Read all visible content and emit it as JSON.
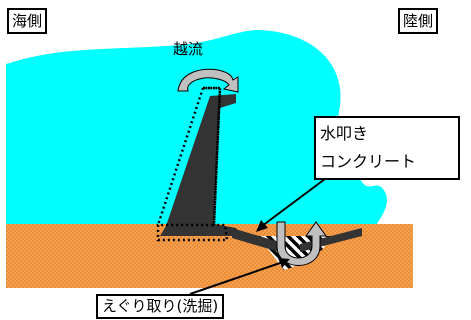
{
  "labels": {
    "sea_side": "海側",
    "land_side": "陸側",
    "overtopping": "越流",
    "apron_line1": "水叩き",
    "apron_line2": "コンクリート",
    "erosion": "えぐり取り(洗掘)"
  },
  "colors": {
    "water": "#00ffff",
    "sand": "#f5a050",
    "sand_dot": "#e07818",
    "concrete": "#333333",
    "flow_arrow": "#c0c0c0"
  }
}
